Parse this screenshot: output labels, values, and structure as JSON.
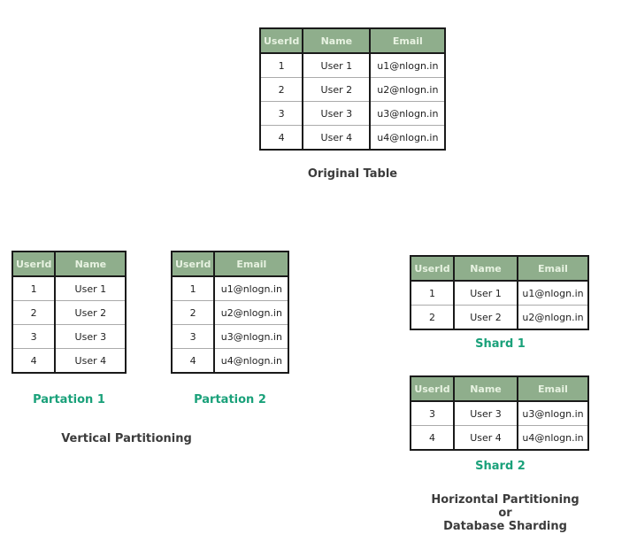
{
  "colors": {
    "header_bg": "#8fae8c",
    "header_text": "#e7f2e1",
    "caption_teal": "#1aa17a",
    "caption_dark": "#3b3b3b",
    "cell_text": "#1f1f1f",
    "border_dark": "#1a1a1a",
    "row_divider": "#ababab"
  },
  "tables": {
    "original": {
      "caption": "Original Table",
      "headers": [
        "UserId",
        "Name",
        "Email"
      ],
      "rows": [
        [
          "1",
          "User 1",
          "u1@nlogn.in"
        ],
        [
          "2",
          "User 2",
          "u2@nlogn.in"
        ],
        [
          "3",
          "User 3",
          "u3@nlogn.in"
        ],
        [
          "4",
          "User 4",
          "u4@nlogn.in"
        ]
      ]
    },
    "partation1": {
      "caption": "Partation 1",
      "headers": [
        "UserId",
        "Name"
      ],
      "rows": [
        [
          "1",
          "User 1"
        ],
        [
          "2",
          "User 2"
        ],
        [
          "3",
          "User 3"
        ],
        [
          "4",
          "User 4"
        ]
      ]
    },
    "partation2": {
      "caption": "Partation 2",
      "headers": [
        "UserId",
        "Email"
      ],
      "rows": [
        [
          "1",
          "u1@nlogn.in"
        ],
        [
          "2",
          "u2@nlogn.in"
        ],
        [
          "3",
          "u3@nlogn.in"
        ],
        [
          "4",
          "u4@nlogn.in"
        ]
      ]
    },
    "shard1": {
      "caption": "Shard 1",
      "headers": [
        "UserId",
        "Name",
        "Email"
      ],
      "rows": [
        [
          "1",
          "User 1",
          "u1@nlogn.in"
        ],
        [
          "2",
          "User 2",
          "u2@nlogn.in"
        ]
      ]
    },
    "shard2": {
      "caption": "Shard 2",
      "headers": [
        "UserId",
        "Name",
        "Email"
      ],
      "rows": [
        [
          "3",
          "User 3",
          "u3@nlogn.in"
        ],
        [
          "4",
          "User 4",
          "u4@nlogn.in"
        ]
      ]
    }
  },
  "labels": {
    "vertical": "Vertical Partitioning",
    "horizontal_lines": [
      "Horizontal Partitioning",
      "or",
      "Database Sharding"
    ]
  }
}
